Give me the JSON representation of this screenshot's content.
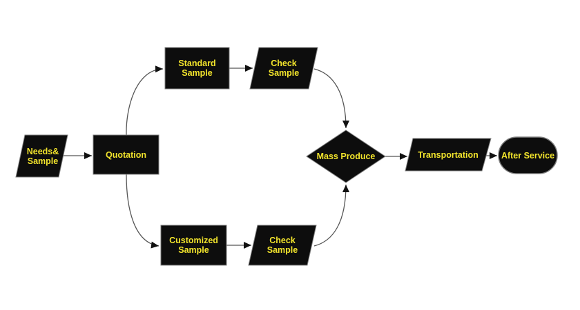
{
  "diagram": {
    "type": "flowchart",
    "background": "#ffffff",
    "colors": {
      "shape_fill": "#0d0d0d",
      "shape_border": "#7d7d7d",
      "label_text": "#f2e42c",
      "connector": "#555555",
      "arrowhead": "#111111"
    },
    "nodes": {
      "needs_sample": {
        "label": "Needs&\nSample",
        "shape": "parallelogram"
      },
      "quotation": {
        "label": "Quotation",
        "shape": "rectangle"
      },
      "standard_sample": {
        "label": "Standard\nSample",
        "shape": "rectangle"
      },
      "check_sample_top": {
        "label": "Check\nSample",
        "shape": "parallelogram"
      },
      "customized_sample": {
        "label": "Customized\nSample",
        "shape": "rectangle"
      },
      "check_sample_bottom": {
        "label": "Check\nSample",
        "shape": "parallelogram"
      },
      "mass_produce": {
        "label": "Mass Produce",
        "shape": "diamond"
      },
      "transportation": {
        "label": "Transportation",
        "shape": "parallelogram"
      },
      "after_service": {
        "label": "After Service",
        "shape": "stadium"
      }
    },
    "edges": [
      {
        "from": "needs_sample",
        "to": "quotation"
      },
      {
        "from": "quotation",
        "to": "standard_sample"
      },
      {
        "from": "quotation",
        "to": "customized_sample"
      },
      {
        "from": "standard_sample",
        "to": "check_sample_top"
      },
      {
        "from": "customized_sample",
        "to": "check_sample_bottom"
      },
      {
        "from": "check_sample_top",
        "to": "mass_produce"
      },
      {
        "from": "check_sample_bottom",
        "to": "mass_produce"
      },
      {
        "from": "mass_produce",
        "to": "transportation"
      },
      {
        "from": "transportation",
        "to": "after_service"
      }
    ]
  }
}
